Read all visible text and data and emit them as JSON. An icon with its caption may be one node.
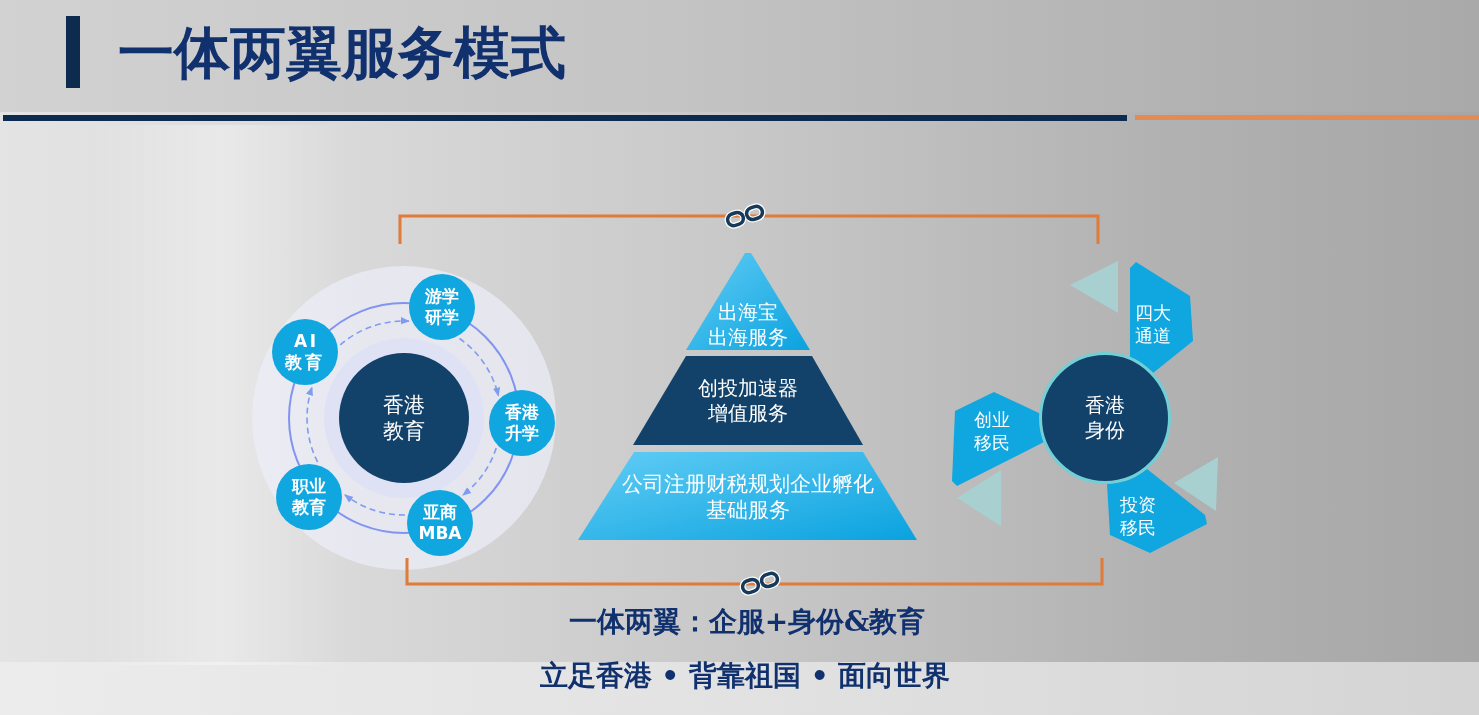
{
  "diagram": {
    "title": "一体两翼服务模式",
    "nodes": [
      {
        "text": [
          "香港教育"
        ]
      },
      {
        "text": [
          "游学研学"
        ]
      },
      {
        "text": [
          "香港升学"
        ]
      },
      {
        "text": [
          "亚商MBA"
        ]
      },
      {
        "text": [
          "职业教育"
        ]
      },
      {
        "text": [
          "AI教育"
        ]
      },
      {
        "text": [
          "出海宝",
          "出海服务"
        ]
      },
      {
        "text": [
          "创投加速器",
          "增值服务"
        ]
      },
      {
        "text": [
          "公司注册财税规划企业孵化",
          "基础服务"
        ]
      },
      {
        "text": [
          "香港身份"
        ]
      },
      {
        "text": [
          "四大通道"
        ]
      },
      {
        "text": [
          "创业移民"
        ]
      },
      {
        "text": [
          "投资移民"
        ]
      }
    ],
    "edges": [
      {
        "from": 5,
        "to": 1,
        "arrow": "to",
        "style": "dashed"
      },
      {
        "from": 1,
        "to": 2,
        "arrow": "to",
        "style": "dashed"
      },
      {
        "from": 2,
        "to": 3,
        "arrow": "to",
        "style": "dashed"
      },
      {
        "from": 3,
        "to": 4,
        "arrow": "to",
        "style": "dashed"
      },
      {
        "from": 4,
        "to": 5,
        "arrow": "to",
        "style": "dashed"
      }
    ],
    "labels": [
      "一体两翼：企服+身份&教育",
      "立足香港 • 背靠祖国 • 面向世界"
    ]
  }
}
